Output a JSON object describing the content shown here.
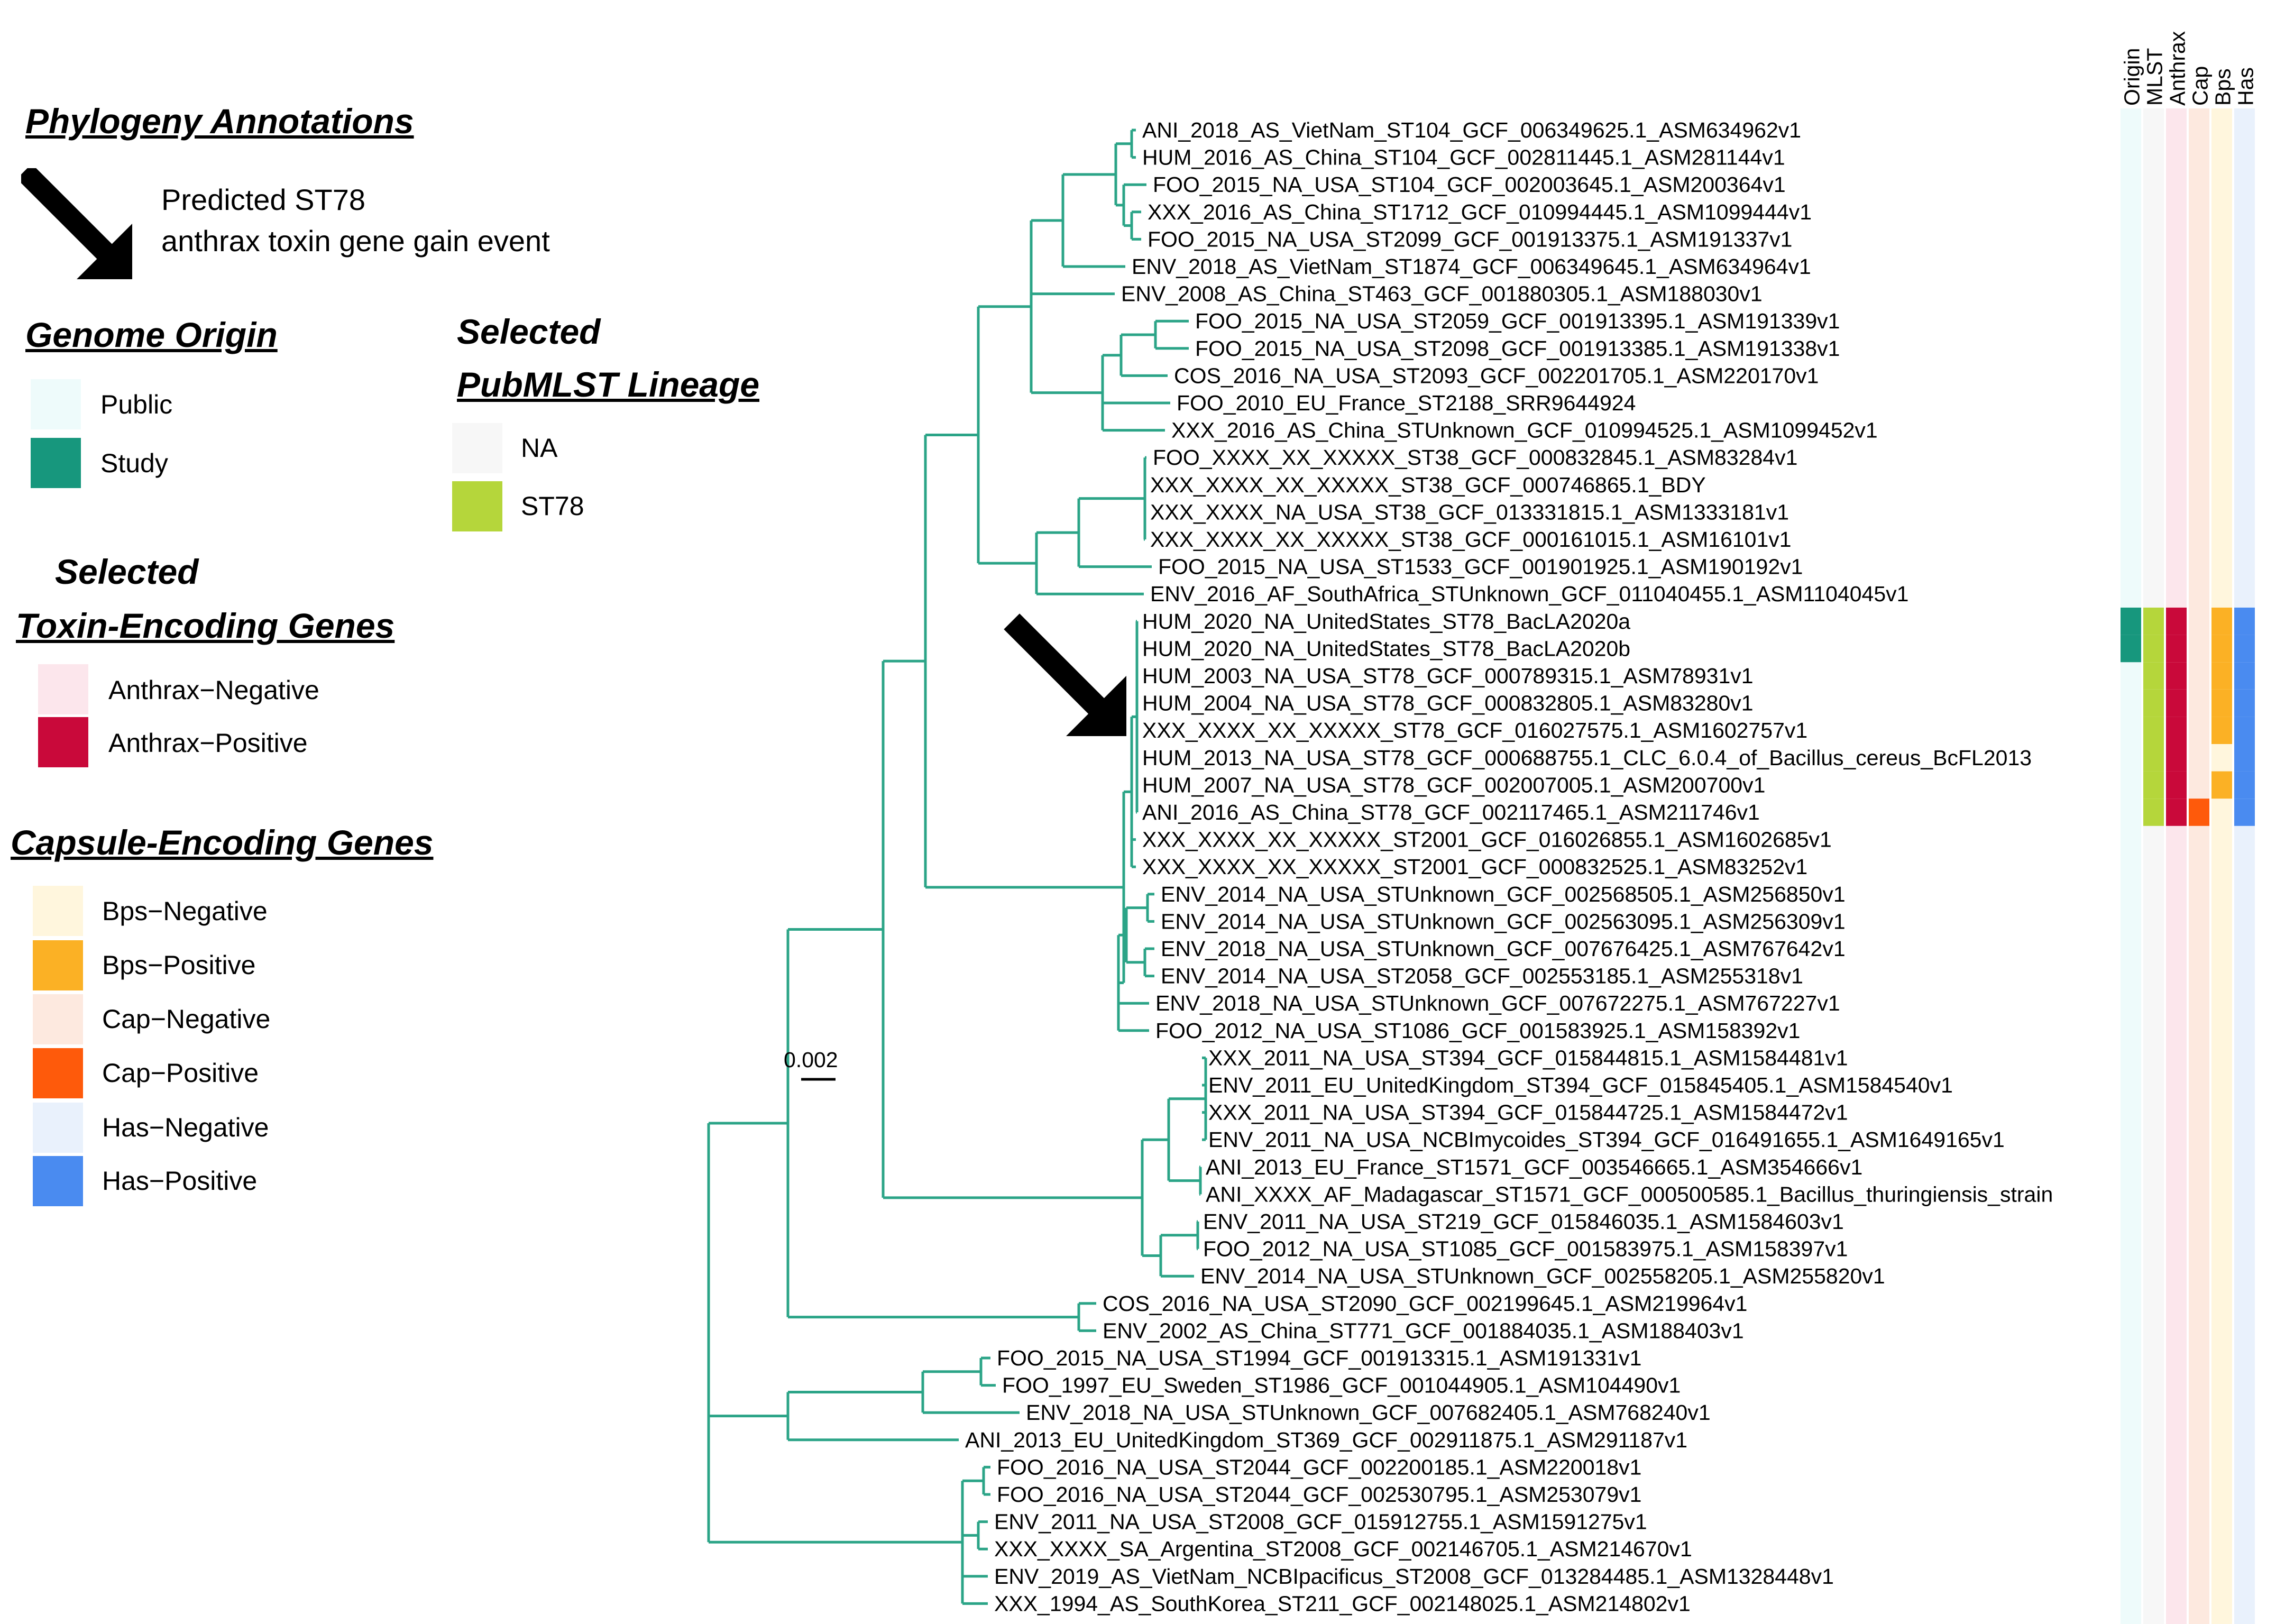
{
  "legend": {
    "phylogeny_title": "Phylogeny Annotations",
    "arrow_note_line1": "Predicted ST78",
    "arrow_note_line2": "anthrax toxin gene gain event",
    "origin_title": "Genome Origin",
    "origin_items": [
      {
        "label": "Public",
        "color": "#eefbfb"
      },
      {
        "label": "Study",
        "color": "#17977d"
      }
    ],
    "lineage_title_line1": "Selected",
    "lineage_title_line2": "PubMLST Lineage",
    "lineage_items": [
      {
        "label": "NA",
        "color": "#f7f7f7"
      },
      {
        "label": "ST78",
        "color": "#b5d63b"
      }
    ],
    "toxin_title_line1": "Selected",
    "toxin_title_line2": "Toxin-Encoding Genes",
    "toxin_items": [
      {
        "label": "Anthrax−Negative",
        "color": "#fce6ec"
      },
      {
        "label": "Anthrax−Positive",
        "color": "#c9093a"
      }
    ],
    "capsule_title": "Capsule-Encoding Genes",
    "capsule_items": [
      {
        "label": "Bps−Negative",
        "color": "#fff6dd"
      },
      {
        "label": "Bps−Positive",
        "color": "#fbb125"
      },
      {
        "label": "Cap−Negative",
        "color": "#fde9df"
      },
      {
        "label": "Cap−Positive",
        "color": "#fe5a0b"
      },
      {
        "label": "Has−Negative",
        "color": "#e9f1fc"
      },
      {
        "label": "Has−Positive",
        "color": "#4a8bf0"
      }
    ]
  },
  "scale_bar_label": "0.002",
  "heatmap_columns": [
    {
      "label": "Origin",
      "color": "#17977d",
      "bg": "#eefbfb"
    },
    {
      "label": "MLST",
      "color": "#5a1f5f",
      "bg": "#f7f7f7"
    },
    {
      "label": "Anthrax",
      "color": "#c9093a",
      "bg": "#fce6ec"
    },
    {
      "label": "Cap",
      "color": "#fe5a0b",
      "bg": "#fde9df"
    },
    {
      "label": "Bps",
      "color": "#fbb125",
      "bg": "#fff6dd"
    },
    {
      "label": "Has",
      "color": "#4a8bf0",
      "bg": "#e9f1fc"
    }
  ],
  "tips": [
    "ANI_2018_AS_VietNam_ST104_GCF_006349625.1_ASM634962v1",
    "HUM_2016_AS_China_ST104_GCF_002811445.1_ASM281144v1",
    "FOO_2015_NA_USA_ST104_GCF_002003645.1_ASM200364v1",
    "XXX_2016_AS_China_ST1712_GCF_010994445.1_ASM1099444v1",
    "FOO_2015_NA_USA_ST2099_GCF_001913375.1_ASM191337v1",
    "ENV_2018_AS_VietNam_ST1874_GCF_006349645.1_ASM634964v1",
    "ENV_2008_AS_China_ST463_GCF_001880305.1_ASM188030v1",
    "FOO_2015_NA_USA_ST2059_GCF_001913395.1_ASM191339v1",
    "FOO_2015_NA_USA_ST2098_GCF_001913385.1_ASM191338v1",
    "COS_2016_NA_USA_ST2093_GCF_002201705.1_ASM220170v1",
    "FOO_2010_EU_France_ST2188_SRR9644924",
    "XXX_2016_AS_China_STUnknown_GCF_010994525.1_ASM1099452v1",
    "FOO_XXXX_XX_XXXXX_ST38_GCF_000832845.1_ASM83284v1",
    "XXX_XXXX_XX_XXXXX_ST38_GCF_000746865.1_BDY",
    "XXX_XXXX_NA_USA_ST38_GCF_013331815.1_ASM1333181v1",
    "XXX_XXXX_XX_XXXXX_ST38_GCF_000161015.1_ASM16101v1",
    "FOO_2015_NA_USA_ST1533_GCF_001901925.1_ASM190192v1",
    "ENV_2016_AF_SouthAfrica_STUnknown_GCF_011040455.1_ASM1104045v1",
    "HUM_2020_NA_UnitedStates_ST78_BacLA2020a",
    "HUM_2020_NA_UnitedStates_ST78_BacLA2020b",
    "HUM_2003_NA_USA_ST78_GCF_000789315.1_ASM78931v1",
    "HUM_2004_NA_USA_ST78_GCF_000832805.1_ASM83280v1",
    "XXX_XXXX_XX_XXXXX_ST78_GCF_016027575.1_ASM1602757v1",
    "HUM_2013_NA_USA_ST78_GCF_000688755.1_CLC_6.0.4_of_Bacillus_cereus_BcFL2013",
    "HUM_2007_NA_USA_ST78_GCF_002007005.1_ASM200700v1",
    "ANI_2016_AS_China_ST78_GCF_002117465.1_ASM211746v1",
    "XXX_XXXX_XX_XXXXX_ST2001_GCF_016026855.1_ASM1602685v1",
    "XXX_XXXX_XX_XXXXX_ST2001_GCF_000832525.1_ASM83252v1",
    "ENV_2014_NA_USA_STUnknown_GCF_002568505.1_ASM256850v1",
    "ENV_2014_NA_USA_STUnknown_GCF_002563095.1_ASM256309v1",
    "ENV_2018_NA_USA_STUnknown_GCF_007676425.1_ASM767642v1",
    "ENV_2014_NA_USA_ST2058_GCF_002553185.1_ASM255318v1",
    "ENV_2018_NA_USA_STUnknown_GCF_007672275.1_ASM767227v1",
    "FOO_2012_NA_USA_ST1086_GCF_001583925.1_ASM158392v1",
    "XXX_2011_NA_USA_ST394_GCF_015844815.1_ASM1584481v1",
    "ENV_2011_EU_UnitedKingdom_ST394_GCF_015845405.1_ASM1584540v1",
    "XXX_2011_NA_USA_ST394_GCF_015844725.1_ASM1584472v1",
    "ENV_2011_NA_USA_NCBImycoides_ST394_GCF_016491655.1_ASM1649165v1",
    "ANI_2013_EU_France_ST1571_GCF_003546665.1_ASM354666v1",
    "ANI_XXXX_AF_Madagascar_ST1571_GCF_000500585.1_Bacillus_thuringiensis_strain",
    "ENV_2011_NA_USA_ST219_GCF_015846035.1_ASM1584603v1",
    "FOO_2012_NA_USA_ST1085_GCF_001583975.1_ASM158397v1",
    "ENV_2014_NA_USA_STUnknown_GCF_002558205.1_ASM255820v1",
    "COS_2016_NA_USA_ST2090_GCF_002199645.1_ASM219964v1",
    "ENV_2002_AS_China_ST771_GCF_001884035.1_ASM188403v1",
    "FOO_2015_NA_USA_ST1994_GCF_001913315.1_ASM191331v1",
    "FOO_1997_EU_Sweden_ST1986_GCF_001044905.1_ASM104490v1",
    "ENV_2018_NA_USA_STUnknown_GCF_007682405.1_ASM768240v1",
    "ANI_2013_EU_UnitedKingdom_ST369_GCF_002911875.1_ASM291187v1",
    "FOO_2016_NA_USA_ST2044_GCF_002200185.1_ASM220018v1",
    "FOO_2016_NA_USA_ST2044_GCF_002530795.1_ASM253079v1",
    "ENV_2011_NA_USA_ST2008_GCF_015912755.1_ASM1591275v1",
    "XXX_XXXX_SA_Argentina_ST2008_GCF_002146705.1_ASM214670v1",
    "ENV_2019_AS_VietNam_NCBIpacificus_ST2008_GCF_013284485.1_ASM1328448v1",
    "XXX_1994_AS_SouthKorea_ST211_GCF_002148025.1_ASM214802v1"
  ],
  "heatmap_rows": [
    {
      "tip": "HUM_2020_NA_UnitedStates_ST78_BacLA2020a",
      "origin": "Study",
      "mlst": "ST78",
      "anthrax": "Positive",
      "cap": "Negative",
      "bps": "Positive",
      "has": "Positive"
    },
    {
      "tip": "HUM_2020_NA_UnitedStates_ST78_BacLA2020b",
      "origin": "Study",
      "mlst": "ST78",
      "anthrax": "Positive",
      "cap": "Negative",
      "bps": "Positive",
      "has": "Positive"
    },
    {
      "tip": "HUM_2003_NA_USA_ST78_GCF_000789315.1_ASM78931v1",
      "origin": "Public",
      "mlst": "ST78",
      "anthrax": "Positive",
      "cap": "Negative",
      "bps": "Positive",
      "has": "Positive"
    },
    {
      "tip": "HUM_2004_NA_USA_ST78_GCF_000832805.1_ASM83280v1",
      "origin": "Public",
      "mlst": "ST78",
      "anthrax": "Positive",
      "cap": "Negative",
      "bps": "Positive",
      "has": "Positive"
    },
    {
      "tip": "XXX_XXXX_XX_XXXXX_ST78_GCF_016027575.1_ASM1602757v1",
      "origin": "Public",
      "mlst": "ST78",
      "anthrax": "Positive",
      "cap": "Negative",
      "bps": "Positive",
      "has": "Positive"
    },
    {
      "tip": "HUM_2013_NA_USA_ST78_GCF_000688755.1_CLC_6.0.4_of_Bacillus_cereus_BcFL2013",
      "origin": "Public",
      "mlst": "ST78",
      "anthrax": "Positive",
      "cap": "Negative",
      "bps": "Negative",
      "has": "Positive"
    },
    {
      "tip": "HUM_2007_NA_USA_ST78_GCF_002007005.1_ASM200700v1",
      "origin": "Public",
      "mlst": "ST78",
      "anthrax": "Positive",
      "cap": "Negative",
      "bps": "Positive",
      "has": "Positive"
    },
    {
      "tip": "ANI_2016_AS_China_ST78_GCF_002117465.1_ASM211746v1",
      "origin": "Public",
      "mlst": "ST78",
      "anthrax": "Positive",
      "cap": "Positive",
      "bps": "Negative",
      "has": "Positive"
    }
  ]
}
